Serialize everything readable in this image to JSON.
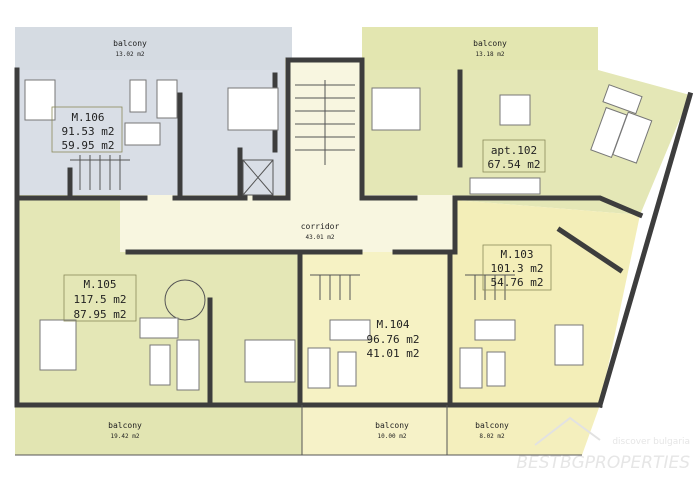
{
  "plan": {
    "balconies": [
      {
        "label": "balcony",
        "area": "13.02 m2"
      },
      {
        "label": "balcony",
        "area": "13.18 m2"
      },
      {
        "label": "balcony",
        "area": "19.42 m2"
      },
      {
        "label": "balcony",
        "area": "10.00 m2"
      },
      {
        "label": "balcony",
        "area": "8.02 m2"
      }
    ],
    "corridor": {
      "label": "corridor",
      "area": "43.01 m2"
    },
    "units": [
      {
        "name": "M.106",
        "total": "91.53 m2",
        "living": "59.95 m2"
      },
      {
        "name": "apt.102",
        "total": "67.54 m2"
      },
      {
        "name": "M.105",
        "total": "117.5 m2",
        "living": "87.95 m2"
      },
      {
        "name": "M.104",
        "total": "96.76 m2",
        "living": "41.01 m2"
      },
      {
        "name": "M.103",
        "total": "101.3 m2",
        "living": "54.76 m2"
      }
    ],
    "colors": {
      "blue_unit": "#d9dee6",
      "green_unit": "#e4e7b6",
      "yellow_unit": "#f6f2c4",
      "corridor": "#f8f6e0",
      "wall": "#3d3d3d"
    }
  },
  "watermark": {
    "line1": "discover bulgaria",
    "line2": "BESTBGPROPERTIES"
  }
}
